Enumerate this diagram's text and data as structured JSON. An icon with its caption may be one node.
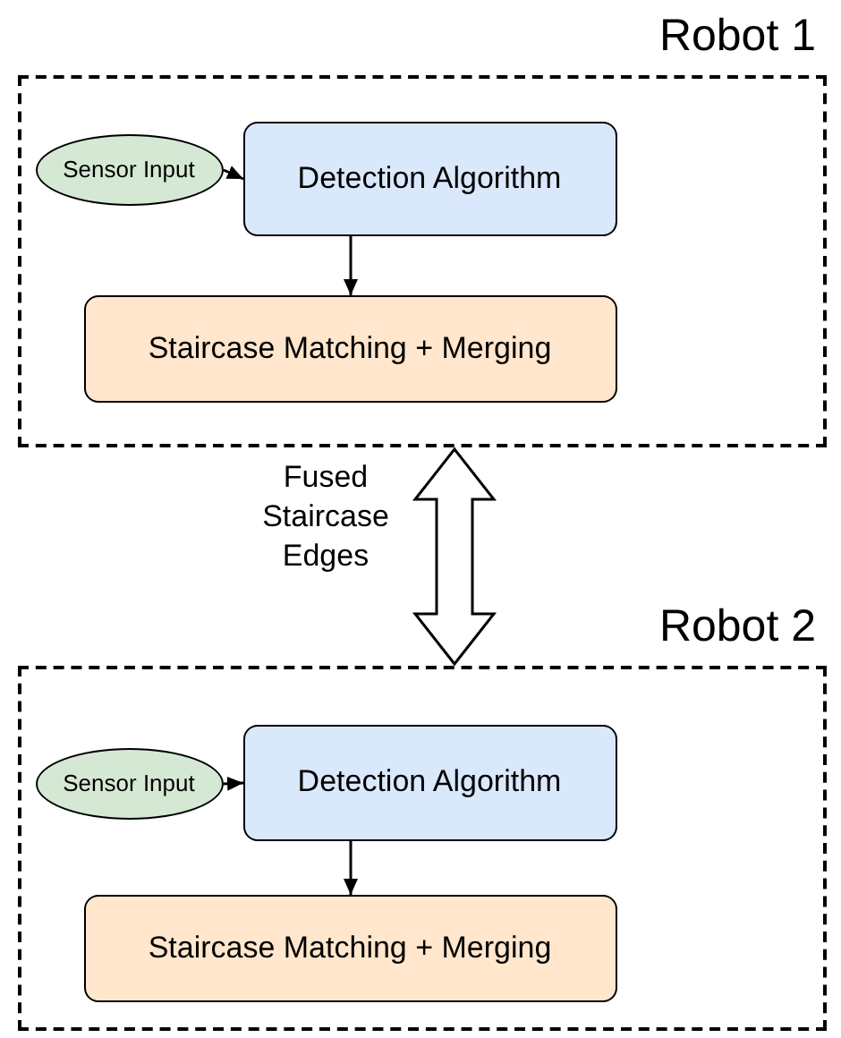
{
  "diagram": {
    "nodes": [
      {
        "text": [
          "Robot 1"
        ]
      },
      {
        "text": [
          "Sensor Input"
        ],
        "in": 0
      },
      {
        "text": [
          "Detection Algorithm"
        ],
        "in": 0
      },
      {
        "text": [
          "Staircase Matching + Merging"
        ],
        "in": 0
      },
      {
        "text": [
          "Robot 2"
        ]
      },
      {
        "text": [
          "Sensor Input"
        ],
        "in": 4
      },
      {
        "text": [
          "Detection Algorithm"
        ],
        "in": 4
      },
      {
        "text": [
          "Staircase Matching + Merging"
        ],
        "in": 4
      }
    ],
    "edges": [
      {
        "from": 1,
        "to": 2,
        "arrow": "to"
      },
      {
        "from": 2,
        "to": 3,
        "arrow": "to"
      },
      {
        "from": 0,
        "to": 4,
        "arrow": "both",
        "label": "Fused Staircase Edges",
        "style": "thick"
      },
      {
        "from": 5,
        "to": 6,
        "arrow": "to"
      },
      {
        "from": 6,
        "to": 7,
        "arrow": "to"
      }
    ]
  }
}
